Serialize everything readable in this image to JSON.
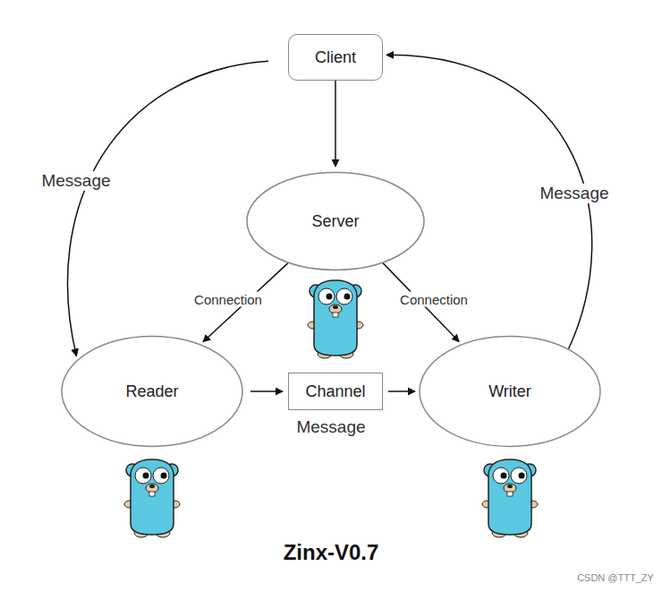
{
  "diagram": {
    "title": "Zinx-V0.7",
    "nodes": [
      {
        "text": [
          "Client"
        ]
      },
      {
        "text": [
          "Server"
        ]
      },
      {
        "text": [
          "Reader"
        ]
      },
      {
        "text": [
          "Channel"
        ]
      },
      {
        "text": [
          "Writer"
        ]
      }
    ],
    "edges": [
      {
        "from": 0,
        "to": 1,
        "arrow": "to"
      },
      {
        "from": 1,
        "to": 2,
        "label": "Connection",
        "arrow": "to"
      },
      {
        "from": 1,
        "to": 4,
        "label": "Connection",
        "arrow": "to"
      },
      {
        "from": 2,
        "to": 3,
        "arrow": "to"
      },
      {
        "from": 3,
        "to": 4,
        "arrow": "to"
      },
      {
        "from": 0,
        "to": 2,
        "label": "Message",
        "arrow": "to"
      },
      {
        "from": 4,
        "to": 0,
        "label": "Message",
        "arrow": "to"
      }
    ],
    "labels": [
      "Message",
      "CSDN @TTT_ZY"
    ]
  }
}
